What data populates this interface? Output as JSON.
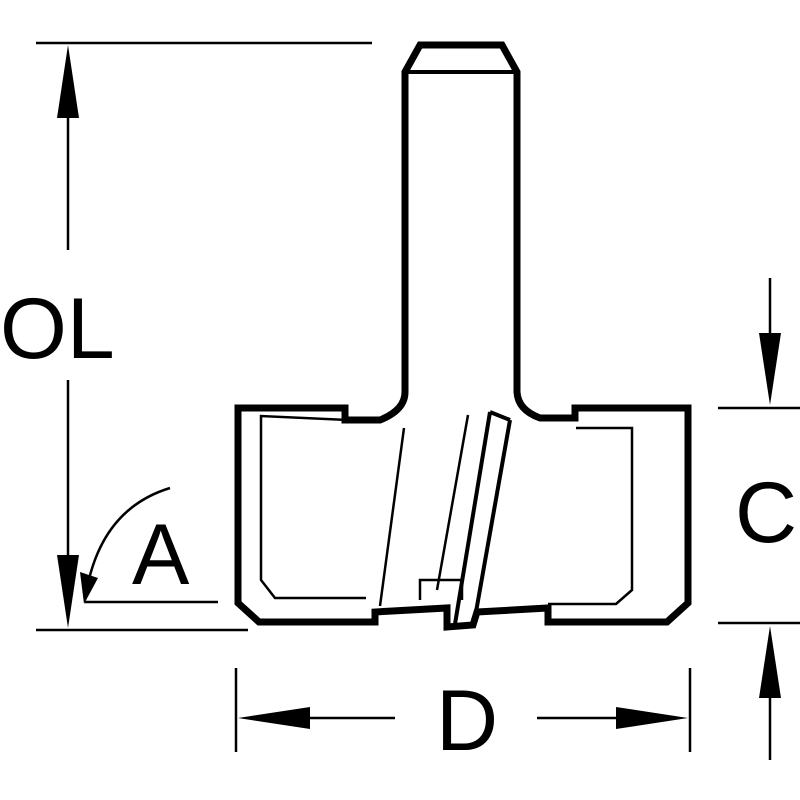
{
  "labels": {
    "overall_length": "OL",
    "angle": "A",
    "cutting_length": "C",
    "diameter": "D"
  },
  "colors": {
    "line": "#000000",
    "background": "#ffffff"
  }
}
